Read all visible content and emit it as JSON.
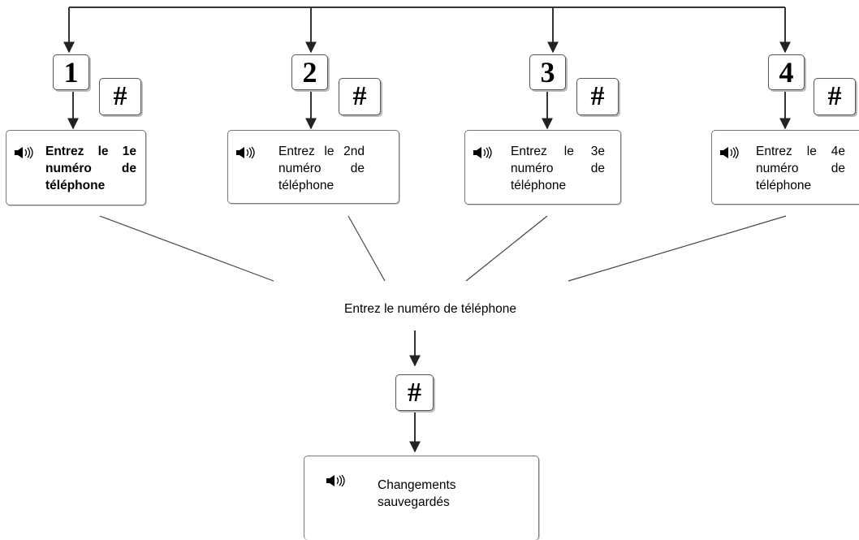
{
  "options": [
    {
      "key": "1",
      "confirm_key": "#",
      "message": "Entrez le 1e numéro de téléphone"
    },
    {
      "key": "2",
      "confirm_key": "#",
      "message": "Entrez le 2nd numéro de téléphone"
    },
    {
      "key": "3",
      "confirm_key": "#",
      "message": "Entrez le 3e numéro de téléphone"
    },
    {
      "key": "4",
      "confirm_key": "#",
      "message": "Entrez le 4e numéro de téléphone"
    }
  ],
  "center_label": "Entrez le numéro de téléphone",
  "final_key": "#",
  "final_message": "Changements sauvegardés",
  "icons": {
    "voice_prompt": "speaker-icon"
  }
}
